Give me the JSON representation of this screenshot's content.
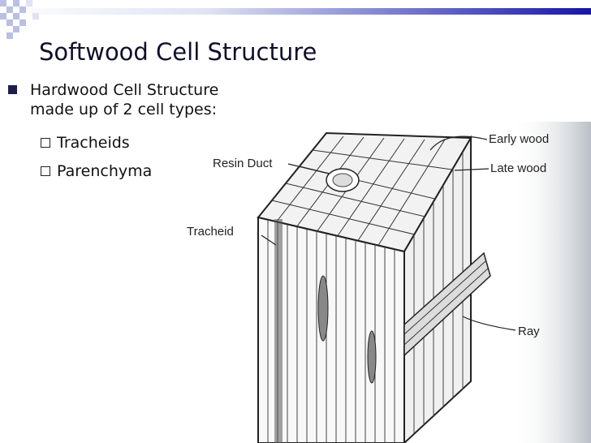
{
  "slide": {
    "title": "Softwood Cell Structure",
    "bullet": "Hardwood Cell Structure made up of 2 cell types:",
    "sub_items": [
      "Tracheids",
      "Parenchyma"
    ]
  },
  "figure": {
    "labels": {
      "resin_duct": "Resin Duct",
      "tracheid": "Tracheid",
      "early_wood": "Early wood",
      "late_wood": "Late wood",
      "ray": "Ray"
    }
  },
  "colors": {
    "title": "#0f0f2a",
    "bullet": "#1f1d4c",
    "bar_start": "#e8ecf8",
    "bar_end": "#1a1aa8"
  }
}
